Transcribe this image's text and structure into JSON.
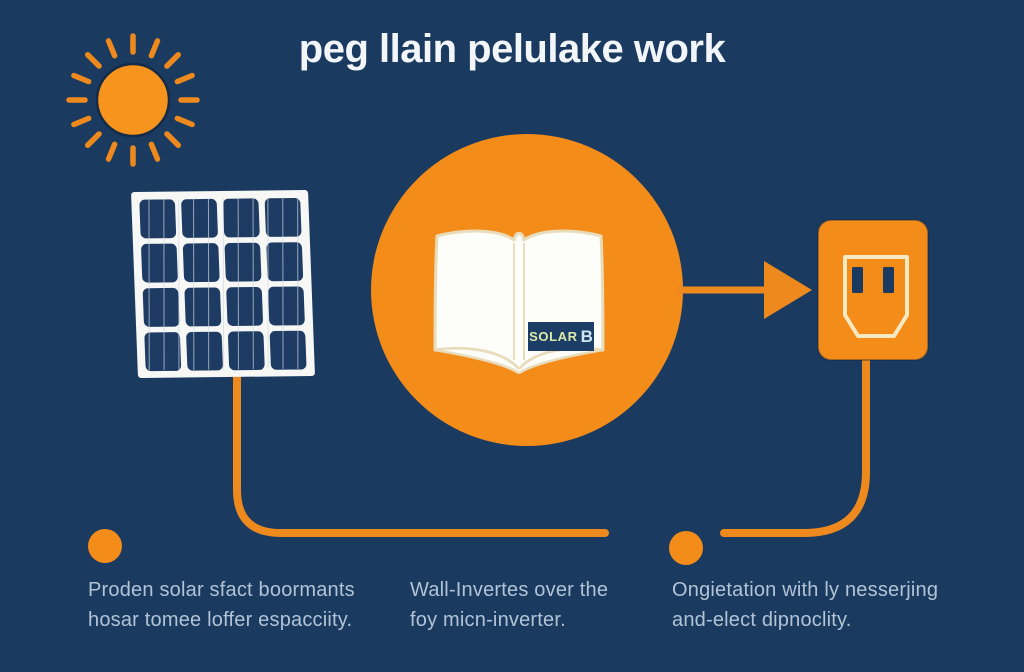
{
  "title": "peg llain pelulake work",
  "colors": {
    "background": "#1a3a60",
    "accent_orange": "#f48c1a",
    "wire_orange": "#ee8a1d",
    "panel_cell_navy": "#1e3c63",
    "panel_frame_white": "#f7f7f5",
    "book_page_white": "#fdfdfa",
    "book_edge_cream": "#e9dcba",
    "outlet_face_cream": "#f7e9c2",
    "title_text": "#f3f6f9",
    "caption_text": "#b2c3d6",
    "book_label_bg": "#1c3e66",
    "book_label_text": "#dde9a9",
    "book_label_suffix": "#cfe6f4"
  },
  "diagram": {
    "sun": {
      "icon": "sun-icon"
    },
    "solar_panel": {
      "icon": "solar-panel-icon"
    },
    "inverter_book": {
      "icon": "open-book-icon",
      "label": "SOLAR",
      "label_suffix": "B"
    },
    "arrow": {
      "icon": "arrow-right-icon"
    },
    "outlet": {
      "icon": "power-outlet-icon"
    }
  },
  "captions": [
    {
      "line1": "Proden solar sfact boormants",
      "line2": "hosar tomee loffer espacciity."
    },
    {
      "line1": "Wall-Invertes over the",
      "line2": "foy micn-inverter."
    },
    {
      "line1": "Ongietation with ly nesserjing",
      "line2": "and-elect dipnoclity."
    }
  ]
}
